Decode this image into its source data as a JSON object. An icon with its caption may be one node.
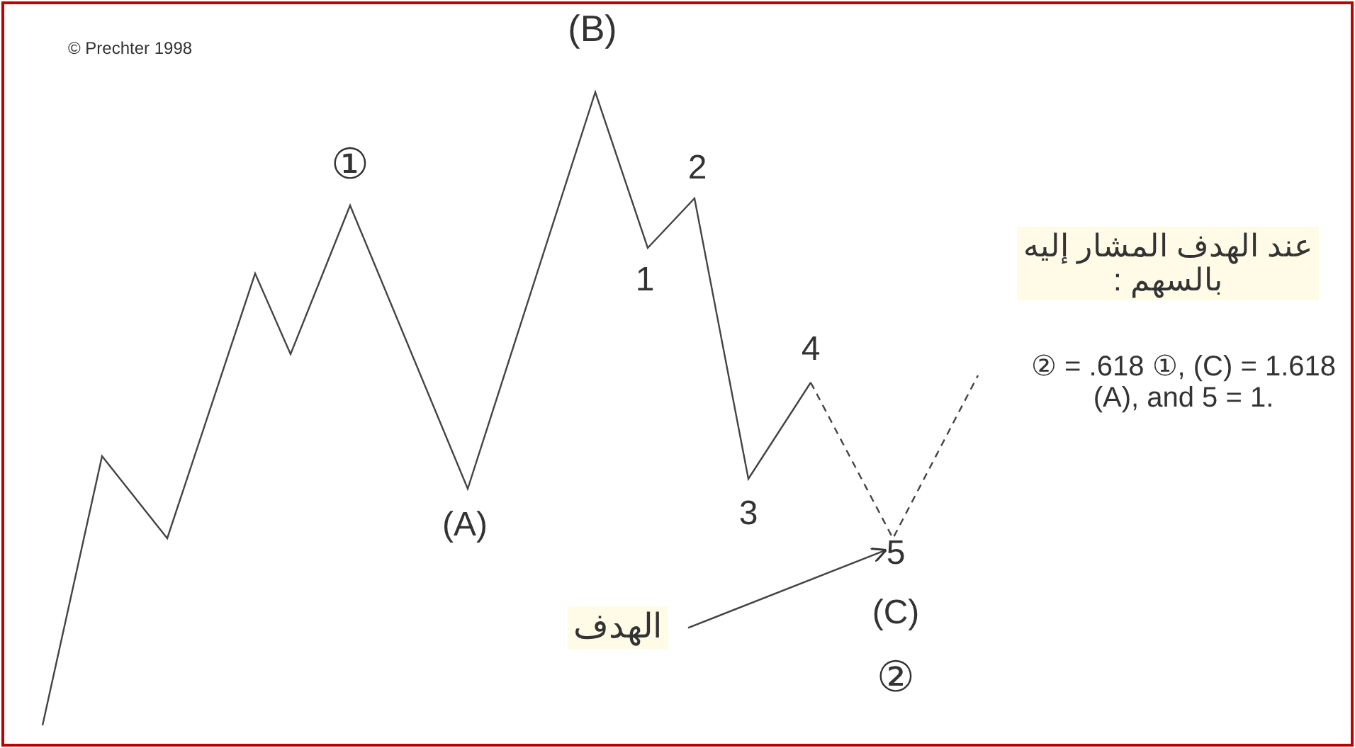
{
  "diagram": {
    "nodes": [
      {
        "text": [
          "الهدف"
        ]
      },
      {
        "text": [
          "5"
        ]
      }
    ],
    "edges": [
      {
        "from": 0,
        "to": 1,
        "arrow": "to"
      }
    ],
    "labels": [
      "© Prechter 1998",
      "(B)",
      "①",
      "2",
      "عند الهدف المشار إليه بالسهم :",
      "1",
      "② = .618 ①, (C) = 1.618 (A), and 5 = 1.",
      "4",
      "(A)",
      "3",
      "(C)",
      "②"
    ]
  }
}
